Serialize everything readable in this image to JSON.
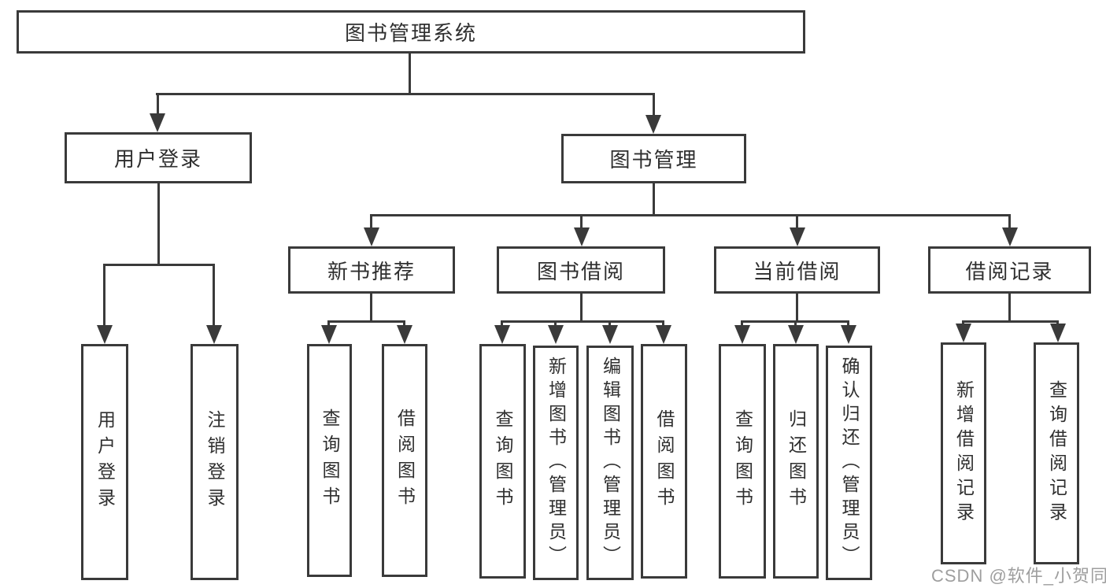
{
  "nodes": {
    "root": "图书管理系统",
    "level2": [
      "用户登录",
      "图书管理"
    ],
    "level3": [
      "新书推荐",
      "图书借阅",
      "当前借阅",
      "借阅记录"
    ],
    "leaves": {
      "user_login": [
        "用户登录",
        "注销登录"
      ],
      "new_book_rec": [
        "查询图书",
        "借阅图书"
      ],
      "book_borrow": [
        "查询图书",
        "新增图书（管理员）",
        "编辑图书（管理员）",
        "借阅图书"
      ],
      "current_borrow": [
        "查询图书",
        "归还图书",
        "确认归还（管理员）"
      ],
      "borrow_records": [
        "新增借阅记录",
        "查询借阅记录"
      ]
    }
  },
  "watermark": "CSDN @软件_小贺同学",
  "colors": {
    "line": "#3a3a3a",
    "text": "#2f2f2f",
    "watermark": "#9e9e9e",
    "background": "#ffffff"
  }
}
